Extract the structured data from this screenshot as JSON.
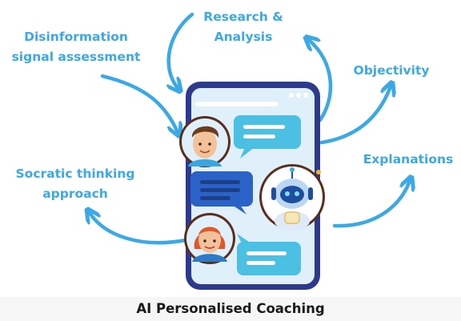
{
  "labels": {
    "research": "Research &",
    "analysis": "Analysis",
    "disinfo_line1": "Disinformation",
    "disinfo_line2": "signal assessment",
    "objectivity": "Objectivity",
    "explanations": "Explanations",
    "socratic_line1": "Socratic thinking",
    "socratic_line2": "approach"
  },
  "caption": "AI Personalised Coaching",
  "colors": {
    "label": "#3aa9e6",
    "arrow": "#3aa9e6",
    "phone_body": "#2d3a8c",
    "screen": "#dff0fb",
    "bubble": "#4cc0e3",
    "bubble_dark": "#2a62c7",
    "caption_bg": "#f6f6f6"
  },
  "icons": [
    "arrow-icon",
    "phone-icon",
    "man-avatar-icon",
    "woman-avatar-icon",
    "robot-avatar-icon",
    "chat-bubble-icon"
  ]
}
